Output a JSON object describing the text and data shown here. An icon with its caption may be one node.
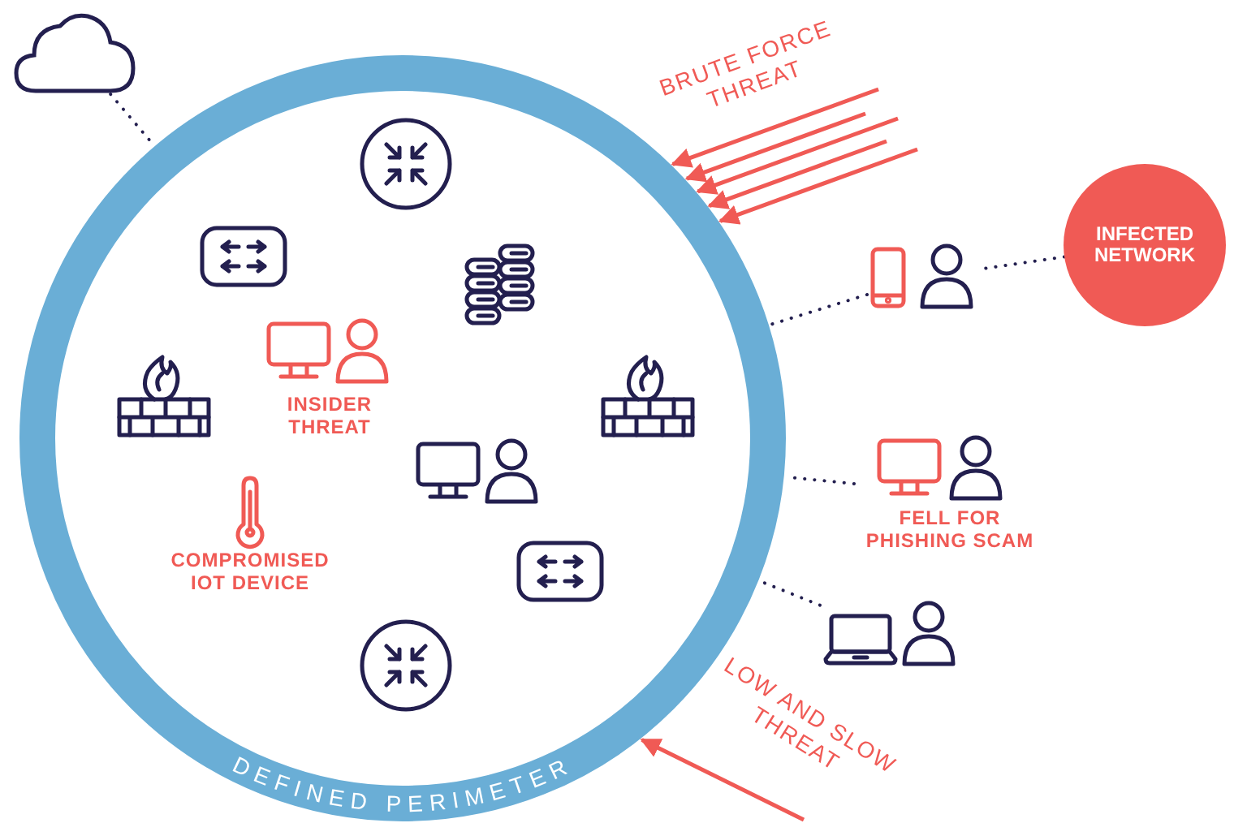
{
  "diagram": {
    "nodes": [
      {
        "text": [
          "DEFINED PERIMETER"
        ]
      },
      {
        "text": [],
        "shape": "cloud"
      },
      {
        "text": [],
        "shape": "person"
      },
      {
        "text": [
          "INFECTED NETWORK"
        ]
      },
      {
        "text": [
          "FELL FOR PHISHING SCAM"
        ]
      },
      {
        "text": [],
        "shape": "person"
      },
      {
        "text": [
          "INSIDER THREAT"
        ],
        "in": 0
      },
      {
        "text": [
          "COMPROMISED IOT DEVICE"
        ],
        "in": 0
      }
    ],
    "edges": [
      {
        "from": 1,
        "to": 0,
        "arrow": "none",
        "style": "dashed",
        "color": "#231f4f"
      },
      {
        "from": 2,
        "to": 0,
        "arrow": "none",
        "style": "dashed",
        "color": "#231f4f"
      },
      {
        "from": 3,
        "to": 2,
        "arrow": "none",
        "style": "dashed",
        "color": "#231f4f"
      },
      {
        "from": 4,
        "to": 0,
        "arrow": "none",
        "style": "dashed",
        "color": "#231f4f"
      },
      {
        "from": 5,
        "to": 0,
        "arrow": "none",
        "style": "dashed",
        "color": "#231f4f"
      },
      {
        "from": null,
        "to": 0,
        "arrow": "to",
        "label": "BRUTE FORCE THREAT"
      },
      {
        "from": null,
        "to": 0,
        "arrow": "to"
      },
      {
        "from": null,
        "to": 0,
        "arrow": "to"
      },
      {
        "from": null,
        "to": 0,
        "arrow": "to"
      },
      {
        "from": null,
        "to": 0,
        "arrow": "to"
      },
      {
        "from": null,
        "to": 0,
        "arrow": "to",
        "label": "LOW AND SLOW THREAT"
      }
    ]
  }
}
